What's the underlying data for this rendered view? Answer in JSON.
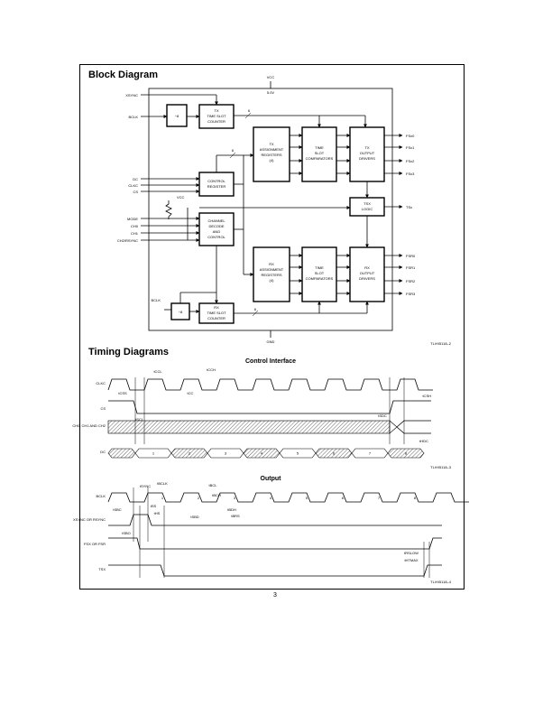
{
  "headings": {
    "block_diagram": "Block Diagram",
    "timing_diagrams": "Timing Diagrams",
    "control_interface": "Control Interface",
    "output": "Output"
  },
  "block": {
    "vcc": "VCC",
    "vcc_pin": "5.0V",
    "gnd": "GND",
    "bus_width": "6",
    "pins_left": [
      "XSYNC",
      "BCLK",
      "DC",
      "CLKC",
      "CS",
      "VCC",
      "MODE",
      "CH0",
      "CH1",
      "CH2/RSYNC",
      "BCLK"
    ],
    "pins_right": [
      "FSx0",
      "FSx1",
      "FSx2",
      "FSx3",
      "TSx",
      "FSR0",
      "FSR1",
      "FSR2",
      "FSR3"
    ],
    "div8": "÷8",
    "tx_counter": [
      "TX",
      "TIME SLOT",
      "COUNTER"
    ],
    "rx_counter": [
      "RX",
      "TIME SLOT",
      "COUNTER"
    ],
    "control_register": [
      "CONTROL",
      "REGISTER"
    ],
    "channel_decode": [
      "CHANNEL",
      "DECODE",
      "AND",
      "CONTROL"
    ],
    "tx_assign": [
      "TX",
      "ASSIGNMENT",
      "REGISTERS",
      "(4)"
    ],
    "rx_assign": [
      "RX",
      "ASSIGNMENT",
      "REGISTERS",
      "(4)"
    ],
    "tx_comp": [
      "TIME",
      "SLOT",
      "COMPARATORS"
    ],
    "rx_comp": [
      "TIME",
      "SLOT",
      "COMPARATORS"
    ],
    "tx_drivers": [
      "TX",
      "OUTPUT",
      "DRIVERS"
    ],
    "rx_drivers": [
      "RX",
      "OUTPUT",
      "DRIVERS"
    ],
    "tsx_logic": [
      "TSX",
      "LOGIC"
    ],
    "figure_id": "TL/H/5118–2"
  },
  "control": {
    "signals": [
      "CLKC",
      "CS",
      "CH0, CH1\nAND CH2",
      "DC"
    ],
    "params": [
      "tCCL",
      "tCCH",
      "tCC",
      "tCSS",
      "tCSH",
      "tSCI",
      "tSDC",
      "tHDC"
    ],
    "bits": [
      "1",
      "2",
      "3",
      "4",
      "5",
      "6",
      "7",
      "8"
    ],
    "figure_id": "TL/H/5118–3"
  },
  "output": {
    "signals": [
      "BCLK",
      "XSYNC OR RSYNC",
      "FSX OR FSR",
      "TSX"
    ],
    "params": [
      "tSYNC",
      "tBCLK",
      "tBCL",
      "tSBC",
      "tSS",
      "tHS",
      "tBCH",
      "tBDH",
      "tSBD",
      "tBRS",
      "tSBO",
      "tRSLOW",
      "tHTMAX"
    ],
    "bits": [
      "1",
      "2",
      "3",
      "4",
      "5",
      "6",
      "7",
      "8"
    ],
    "figure_id": "TL/H/5118–4"
  },
  "page_number": "3"
}
